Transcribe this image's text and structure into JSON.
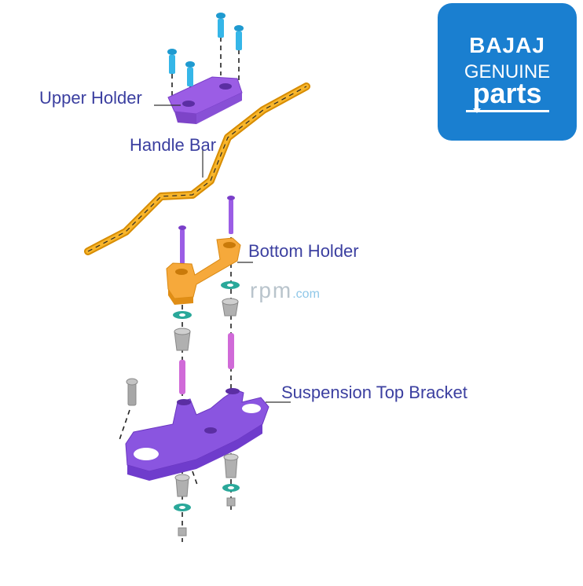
{
  "labels": {
    "upper_holder": "Upper Holder",
    "handle_bar": "Handle Bar",
    "bottom_holder": "Bottom Holder",
    "suspension_top_bracket": "Suspension Top Bracket"
  },
  "logo": {
    "line1": "BAJAJ",
    "line2": "GENUINE",
    "line3": "parts"
  },
  "watermark": {
    "main": "rpm",
    "suffix": ".com"
  },
  "colors": {
    "label_text": "#3b3fa0",
    "logo_bg": "#1a7fd0",
    "upper_holder": "#9b5de5",
    "handle_bar": "#f0a500",
    "bottom_holder": "#f6a93b",
    "bracket": "#8a55e0",
    "bolt_blue": "#35b6e8",
    "washer_teal": "#2aa89a",
    "nut_gray": "#a7a7a7",
    "pin_pink": "#d06ad8"
  }
}
